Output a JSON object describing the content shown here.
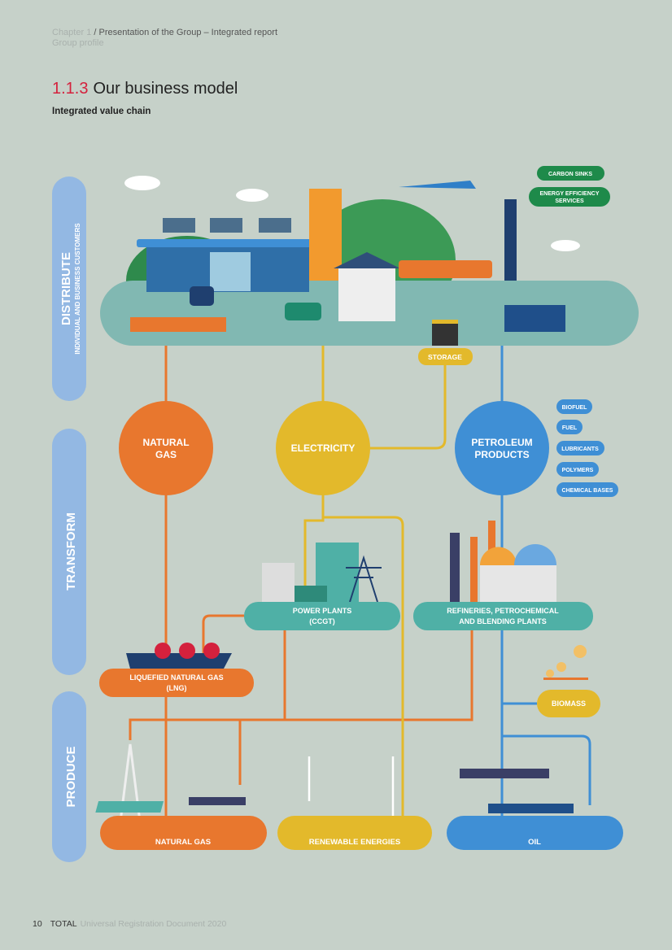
{
  "header": {
    "chapter": "Chapter 1",
    "section": "/ Presentation of the Group – Integrated report",
    "subsection": "Group profile"
  },
  "title": {
    "number": "1.1.3",
    "text": "Our business model"
  },
  "subtitle": "Integrated value chain",
  "stages": {
    "distribute": {
      "label": "DISTRIBUTE",
      "sublabel": "INDIVIDUAL AND BUSINESS CUSTOMERS"
    },
    "transform": {
      "label": "TRANSFORM"
    },
    "produce": {
      "label": "PRODUCE"
    }
  },
  "services": [
    "CARBON SINKS",
    "ENERGY EFFICIENCY",
    "SERVICES"
  ],
  "storage": "STORAGE",
  "hubs": {
    "natural_gas": [
      "NATURAL",
      "GAS"
    ],
    "electricity": "ELECTRICITY",
    "petroleum": [
      "PETROLEUM",
      "PRODUCTS"
    ]
  },
  "petroleum_products": [
    "BIOFUEL",
    "FUEL",
    "LUBRICANTS",
    "POLYMERS",
    "CHEMICAL BASES"
  ],
  "transform_units": {
    "power_plants": [
      "POWER PLANTS",
      "(CCGT)"
    ],
    "refineries": [
      "REFINERIES, PETROCHEMICAL",
      "AND BLENDING PLANTS"
    ],
    "lng": [
      "LIQUEFIED NATURAL GAS",
      "(LNG)"
    ],
    "biomass": "BIOMASS"
  },
  "production": {
    "natural_gas": "NATURAL GAS",
    "renewables": "RENEWABLE ENERGIES",
    "oil": "OIL"
  },
  "colors": {
    "orange": "#e8772e",
    "yellow": "#e3b92b",
    "blue": "#3f8fd5",
    "teal": "#4fb0a6",
    "green": "#1e8a4a",
    "stage": "#93b8e3"
  },
  "footer": {
    "page": "10",
    "brand": "TOTAL",
    "doc": "Universal Registration Document 2020"
  }
}
